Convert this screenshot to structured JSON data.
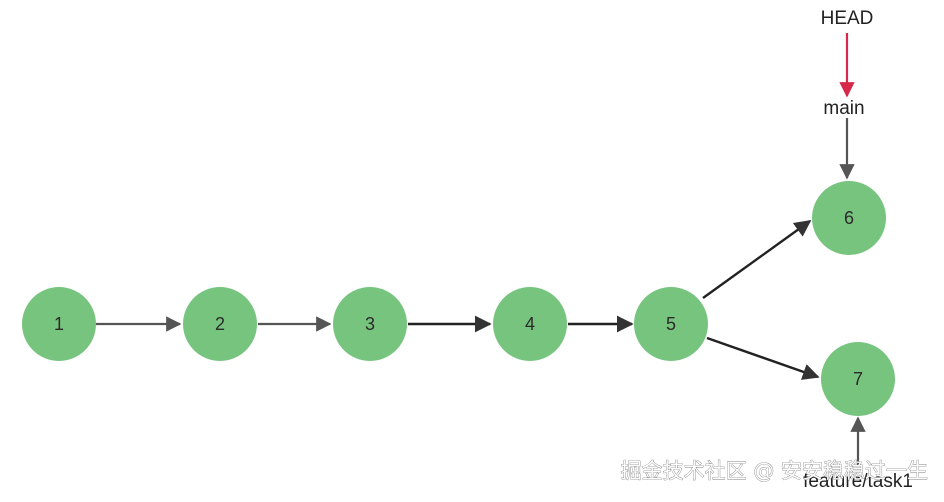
{
  "diagram": {
    "nodes": [
      {
        "id": "1",
        "label": "1"
      },
      {
        "id": "2",
        "label": "2"
      },
      {
        "id": "3",
        "label": "3"
      },
      {
        "id": "4",
        "label": "4"
      },
      {
        "id": "5",
        "label": "5"
      },
      {
        "id": "6",
        "label": "6"
      },
      {
        "id": "7",
        "label": "7"
      }
    ],
    "edges": [
      {
        "from": "1",
        "to": "2"
      },
      {
        "from": "2",
        "to": "3"
      },
      {
        "from": "3",
        "to": "4"
      },
      {
        "from": "4",
        "to": "5"
      },
      {
        "from": "5",
        "to": "6"
      },
      {
        "from": "5",
        "to": "7"
      }
    ],
    "refs": {
      "head": "HEAD",
      "main": "main",
      "feature": "feature/task1"
    },
    "colors": {
      "node_fill": "#77c47f",
      "edge": "#333333",
      "head_arrow": "#d6284a"
    }
  },
  "watermark": "掘金技术社区 @ 安安稳稳过一生"
}
